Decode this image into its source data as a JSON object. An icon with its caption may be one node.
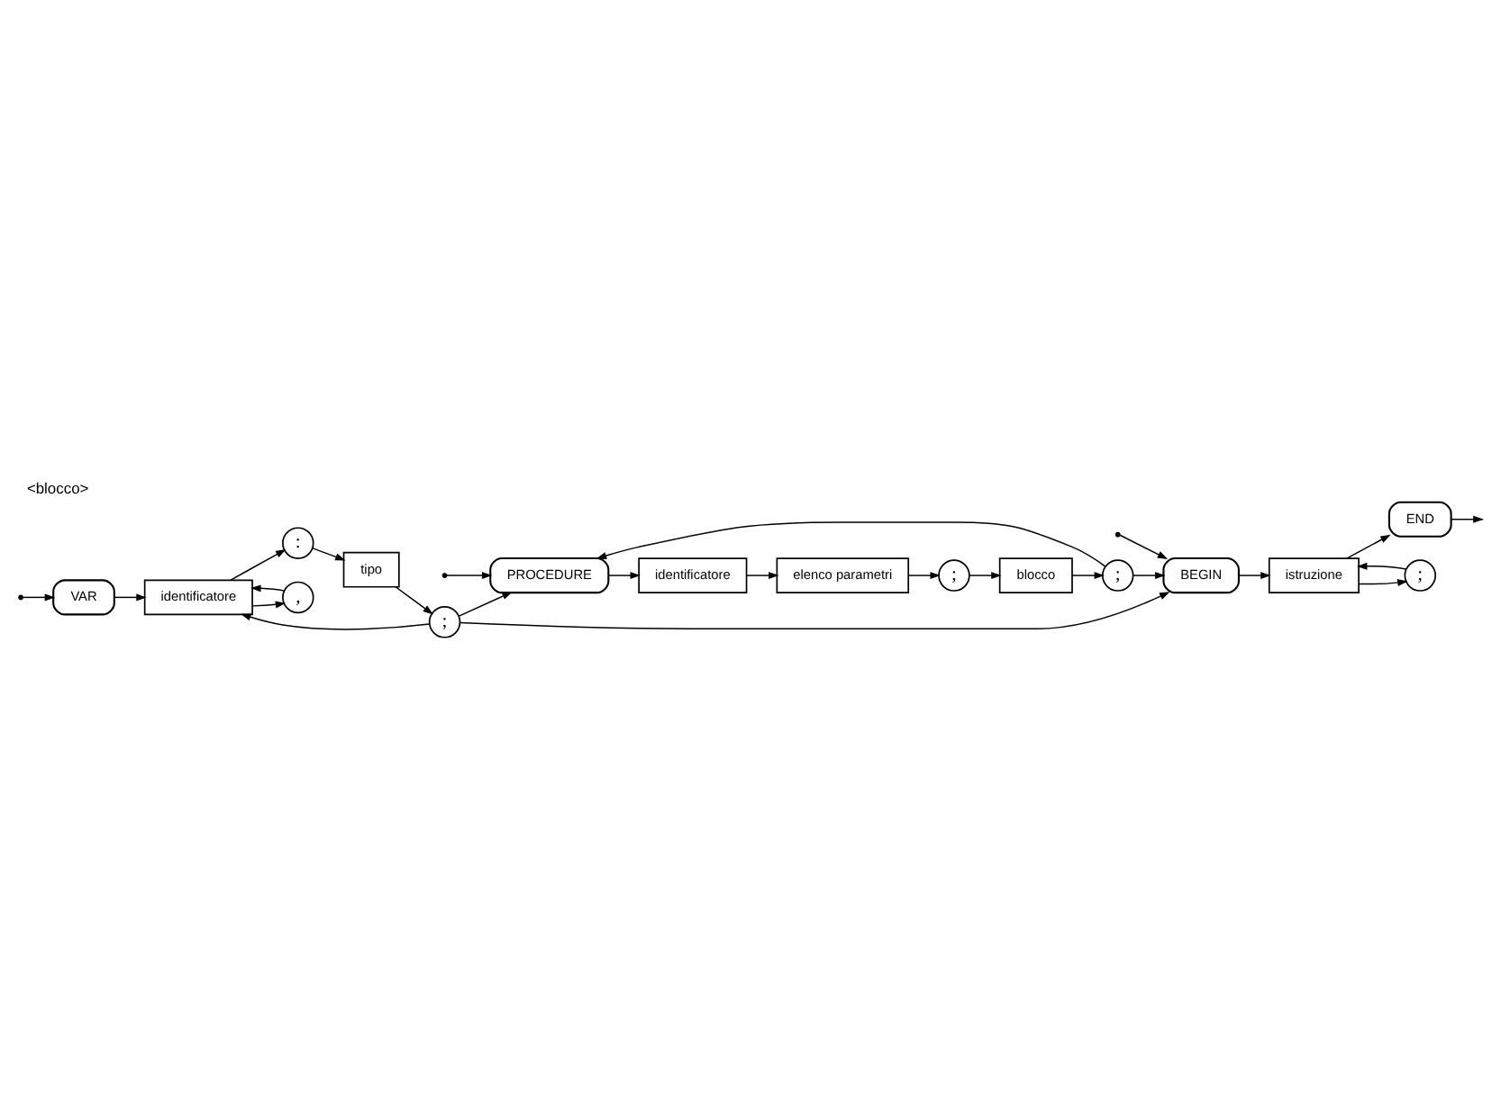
{
  "diagram": {
    "title": "<blocco>",
    "nodes": [
      {
        "text": [
          "VAR"
        ]
      },
      {
        "text": [
          "identificatore"
        ]
      },
      {
        "text": [
          ":"
        ]
      },
      {
        "text": [
          "tipo"
        ]
      },
      {
        "text": [
          ","
        ]
      },
      {
        "text": [
          ";"
        ]
      },
      {
        "text": [
          ";"
        ]
      },
      {
        "text": [
          "blocco"
        ]
      },
      {
        "text": [
          ";"
        ]
      },
      {
        "text": [
          "PROCEDURE"
        ]
      },
      {
        "text": [
          "identificatore"
        ]
      },
      {
        "text": [
          "elenco parametri"
        ]
      },
      {
        "text": [
          "BEGIN"
        ]
      },
      {
        "text": [
          "istruzione"
        ]
      },
      {
        "text": [
          "END"
        ]
      },
      {
        "text": [
          ";"
        ]
      }
    ],
    "edges": [
      {
        "from": null,
        "to": 0,
        "arrow": "to"
      },
      {
        "from": null,
        "to": 9,
        "arrow": "to"
      },
      {
        "from": null,
        "to": 12,
        "arrow": "to"
      },
      {
        "from": 0,
        "to": 1,
        "arrow": "to"
      },
      {
        "from": 1,
        "to": 2,
        "arrow": "to"
      },
      {
        "from": 1,
        "to": 4,
        "arrow": "to"
      },
      {
        "from": 4,
        "to": 1,
        "arrow": "to"
      },
      {
        "from": 2,
        "to": 3,
        "arrow": "to"
      },
      {
        "from": 3,
        "to": 5,
        "arrow": "to"
      },
      {
        "from": 5,
        "to": 1,
        "arrow": "to"
      },
      {
        "from": 5,
        "to": 9,
        "arrow": "to"
      },
      {
        "from": 5,
        "to": 12,
        "arrow": "to"
      },
      {
        "from": 9,
        "to": 10,
        "arrow": "to"
      },
      {
        "from": 10,
        "to": 11,
        "arrow": "to"
      },
      {
        "from": 11,
        "to": 8,
        "arrow": "to"
      },
      {
        "from": 8,
        "to": 7,
        "arrow": "to"
      },
      {
        "from": 7,
        "to": 6,
        "arrow": "to"
      },
      {
        "from": 6,
        "to": 9,
        "arrow": "to"
      },
      {
        "from": 6,
        "to": 12,
        "arrow": "to"
      },
      {
        "from": 12,
        "to": 13,
        "arrow": "to"
      },
      {
        "from": 13,
        "to": 14,
        "arrow": "to"
      },
      {
        "from": 13,
        "to": 15,
        "arrow": "to"
      },
      {
        "from": 15,
        "to": 13,
        "arrow": "to"
      },
      {
        "from": 14,
        "to": null,
        "arrow": "to"
      }
    ]
  }
}
